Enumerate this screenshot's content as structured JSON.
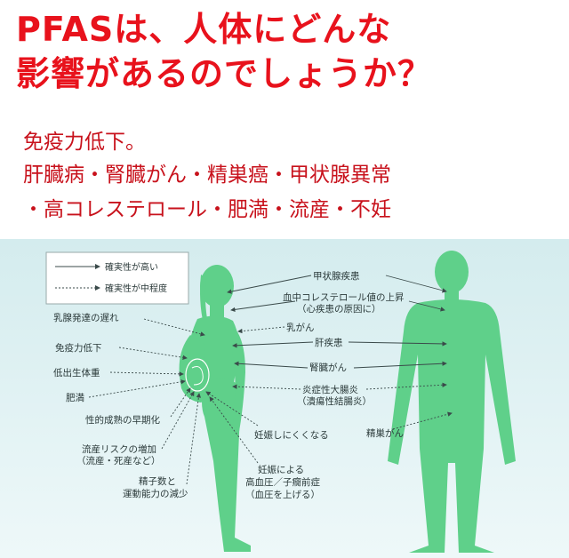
{
  "title": {
    "line1": "PFASは、人体にどんな",
    "line2": "影響があるのでしょうか？"
  },
  "effects": {
    "line1": "免疫力低下。",
    "line2": "肝臓病・腎臓がん・精巣癌・甲状腺異常",
    "line3": "・高コレステロール・肥満・流産・不妊"
  },
  "legend": {
    "solid": "確実性が高い",
    "dashed": "確実性が中程度"
  },
  "labels": {
    "thyroid": "甲状腺疾患",
    "cholesterol_1": "血中コレステロール値の上昇",
    "cholesterol_2": "（心疾患の原因に）",
    "breast_cancer": "乳がん",
    "liver": "肝疾患",
    "kidney_cancer": "腎臓がん",
    "colitis_1": "炎症性大腸炎",
    "colitis_2": "（潰瘍性結腸炎）",
    "testicular_cancer": "精巣がん",
    "lactation": "乳腺発達の遅れ",
    "immunity": "免疫力低下",
    "low_birth_weight": "低出生体重",
    "obesity": "肥満",
    "early_puberty": "性的成熟の早期化",
    "miscarriage_1": "流産リスクの増加",
    "miscarriage_2": "（流産・死産など）",
    "sperm_1": "精子数と",
    "sperm_2": "運動能力の減少",
    "infertility": "妊娠しにくくなる",
    "preeclampsia_1": "妊娠による",
    "preeclampsia_2": "高血圧／子癇前症",
    "preeclampsia_3": "（血圧を上げる）"
  },
  "colors": {
    "title_red": "#e8121c",
    "body_green": "#5fd08a",
    "panel_bg": "#dff0f2"
  }
}
